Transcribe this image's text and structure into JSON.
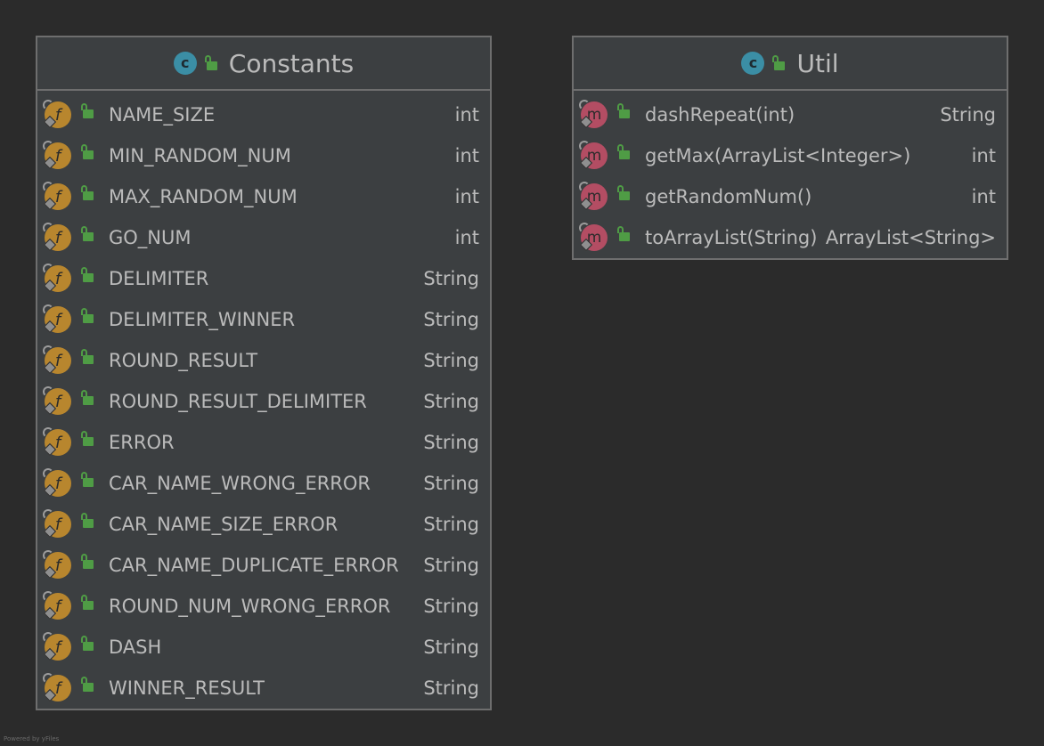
{
  "classes": [
    {
      "title": "Constants",
      "badge": "c",
      "members": [
        {
          "name": "NAME_SIZE",
          "type": "int",
          "kind": "f"
        },
        {
          "name": "MIN_RANDOM_NUM",
          "type": "int",
          "kind": "f"
        },
        {
          "name": "MAX_RANDOM_NUM",
          "type": "int",
          "kind": "f"
        },
        {
          "name": "GO_NUM",
          "type": "int",
          "kind": "f"
        },
        {
          "name": "DELIMITER",
          "type": "String",
          "kind": "f"
        },
        {
          "name": "DELIMITER_WINNER",
          "type": "String",
          "kind": "f"
        },
        {
          "name": "ROUND_RESULT",
          "type": "String",
          "kind": "f"
        },
        {
          "name": "ROUND_RESULT_DELIMITER",
          "type": "String",
          "kind": "f"
        },
        {
          "name": "ERROR",
          "type": "String",
          "kind": "f"
        },
        {
          "name": "CAR_NAME_WRONG_ERROR",
          "type": "String",
          "kind": "f"
        },
        {
          "name": "CAR_NAME_SIZE_ERROR",
          "type": "String",
          "kind": "f"
        },
        {
          "name": "CAR_NAME_DUPLICATE_ERROR",
          "type": "String",
          "kind": "f"
        },
        {
          "name": "ROUND_NUM_WRONG_ERROR",
          "type": "String",
          "kind": "f"
        },
        {
          "name": "DASH",
          "type": "String",
          "kind": "f"
        },
        {
          "name": "WINNER_RESULT",
          "type": "String",
          "kind": "f"
        }
      ]
    },
    {
      "title": "Util",
      "badge": "c",
      "members": [
        {
          "name": "dashRepeat(int)",
          "type": "String",
          "kind": "m"
        },
        {
          "name": "getMax(ArrayList<Integer>)",
          "type": "int",
          "kind": "m"
        },
        {
          "name": "getRandomNum()",
          "type": "int",
          "kind": "m"
        },
        {
          "name": "toArrayList(String)",
          "type": "ArrayList<String>",
          "kind": "m"
        }
      ]
    }
  ],
  "footer": "Powered by yFiles",
  "colors": {
    "background": "#2b2b2b",
    "panel": "#3c3f41",
    "border": "#6e6e6e",
    "text": "#bbbbbb",
    "class_badge": "#3b8ea5",
    "field_badge": "#b8862e",
    "method_badge": "#b34d63",
    "public_lock": "#4f9c45"
  },
  "icons": {
    "class": "class-c-icon",
    "field": "field-f-icon",
    "method": "method-m-icon",
    "visibility": "public-lock-icon"
  }
}
